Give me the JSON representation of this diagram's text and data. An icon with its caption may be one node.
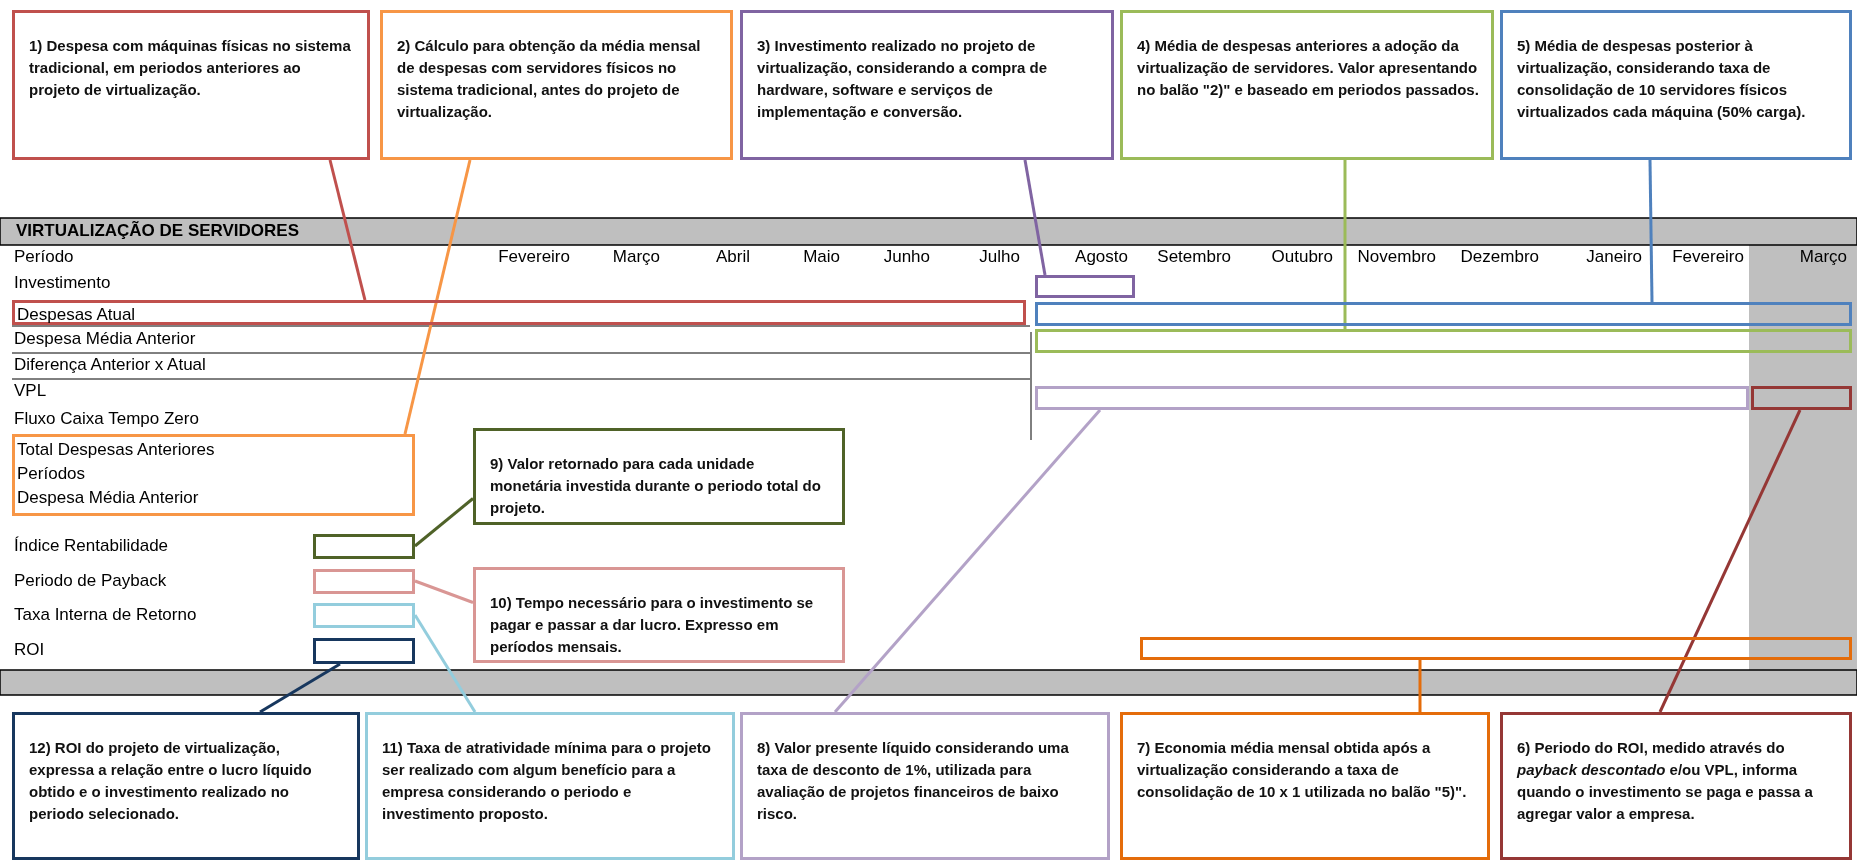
{
  "diagram": {
    "nodes": [
      {
        "text": [
          "1) Despesa com máquinas físicas no sistema tradicional, em periodos anteriores ao projeto de virtualização."
        ]
      },
      {
        "text": [
          "2) Cálculo para obtenção da média mensal de despesas com servidores físicos no sistema tradicional, antes do projeto de virtualização."
        ]
      },
      {
        "text": [
          "3) Investimento realizado no projeto de virtualização, considerando a compra de hardware, software e serviços de implementação e conversão."
        ]
      },
      {
        "text": [
          "4) Média de despesas anteriores a adoção da virtualização de servidores. Valor apresentando no balão \"2)\" e baseado em periodos passados."
        ]
      },
      {
        "text": [
          "5) Média de despesas posterior à virtualização, considerando taxa de consolidação de 10 servidores físicos virtualizados cada máquina (50% carga)."
        ]
      },
      {
        "text": [
          "Despesas Atual"
        ]
      },
      {
        "text": [],
        "shape": "box"
      },
      {
        "text": [],
        "shape": "box"
      },
      {
        "text": [],
        "shape": "box"
      },
      {
        "text": [],
        "shape": "box"
      },
      {
        "text": [],
        "shape": "box"
      },
      {
        "text": [
          "Total Despesas Anteriores",
          "Períodos",
          "Despesa Média Anterior"
        ]
      },
      {
        "text": [
          "9) Valor retornado para cada unidade monetária investida durante o periodo total do projeto."
        ]
      },
      {
        "text": [],
        "shape": "box"
      },
      {
        "text": [],
        "shape": "box"
      },
      {
        "text": [
          "10) Tempo necessário para o investimento se pagar e passar a dar lucro. Expresso em períodos mensais."
        ]
      },
      {
        "text": [],
        "shape": "box"
      },
      {
        "text": [],
        "shape": "box"
      },
      {
        "text": [],
        "shape": "box"
      },
      {
        "text": [
          "12) ROI do projeto de virtualização, expressa a relação entre o lucro líquido obtido e o investimento realizado no periodo selecionado."
        ]
      },
      {
        "text": [
          "11) Taxa de atratividade mínima para o projeto ser realizado com algum benefício para a empresa considerando o periodo e investimento proposto."
        ]
      },
      {
        "text": [
          "8) Valor presente líquido considerando uma taxa de desconto de 1%, utilizada para avaliação de projetos financeiros de baixo risco."
        ]
      },
      {
        "text": [
          "7) Economia média mensal obtida após a virtualização considerando a taxa de consolidação de 10 x 1 utilizada no balão \"5)\"."
        ]
      },
      {
        "text": [
          "6) Periodo do ROI, medido através do *payback descontado* e/ou VPL, informa quando o investimento se paga e passa a agregar valor a empresa."
        ]
      }
    ],
    "edges": [
      {
        "from": 0,
        "to": 5,
        "arrow": "none",
        "color": "#c0504d"
      },
      {
        "from": 1,
        "to": 11,
        "arrow": "none",
        "color": "#f79646"
      },
      {
        "from": 2,
        "to": 6,
        "arrow": "none",
        "color": "#8064a2"
      },
      {
        "from": 3,
        "to": 8,
        "arrow": "none",
        "color": "#9bbb59"
      },
      {
        "from": 4,
        "to": 7,
        "arrow": "none",
        "color": "#4f81bd"
      },
      {
        "from": 12,
        "to": 13,
        "arrow": "none",
        "color": "#4f6228"
      },
      {
        "from": 15,
        "to": 14,
        "arrow": "none",
        "color": "#d99694"
      },
      {
        "from": 20,
        "to": 16,
        "arrow": "none",
        "color": "#93cddd"
      },
      {
        "from": 19,
        "to": 17,
        "arrow": "none",
        "color": "#17375e"
      },
      {
        "from": 21,
        "to": 9,
        "arrow": "none",
        "color": "#b3a2c7"
      },
      {
        "from": 22,
        "to": 18,
        "arrow": "none",
        "color": "#e46c0a"
      },
      {
        "from": 23,
        "to": 10,
        "arrow": "none",
        "color": "#953735"
      }
    ],
    "labels": [
      "VIRTUALIZAÇÃO DE SERVIDORES",
      "Período",
      "Fevereiro",
      "Março",
      "Abril",
      "Maio",
      "Junho",
      "Julho",
      "Agosto",
      "Setembro",
      "Outubro",
      "Novembro",
      "Dezembro",
      "Janeiro",
      "Fevereiro",
      "Março",
      "Investimento",
      "Despesa Média Anterior",
      "Diferença Anterior x Atual",
      "VPL",
      "Fluxo Caixa Tempo Zero",
      "Índice Rentabilidade",
      "Periodo de Payback",
      "Taxa Interna de Retorno",
      "ROI"
    ]
  }
}
